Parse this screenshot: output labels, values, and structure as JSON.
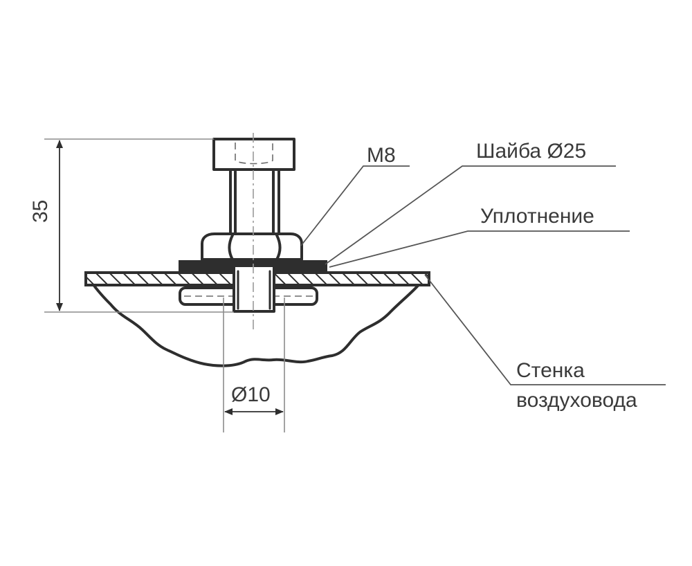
{
  "labels": {
    "m8": "M8",
    "washer": "Шайба Ø25",
    "seal": "Уплотнение",
    "wall_line1": "Стенка",
    "wall_line2": "воздуховода",
    "height": "35",
    "hole": "Ø10"
  },
  "colors": {
    "ink": "#2e2e2e",
    "text": "#3a3a3a",
    "leader": "#555555",
    "background": "#ffffff"
  }
}
